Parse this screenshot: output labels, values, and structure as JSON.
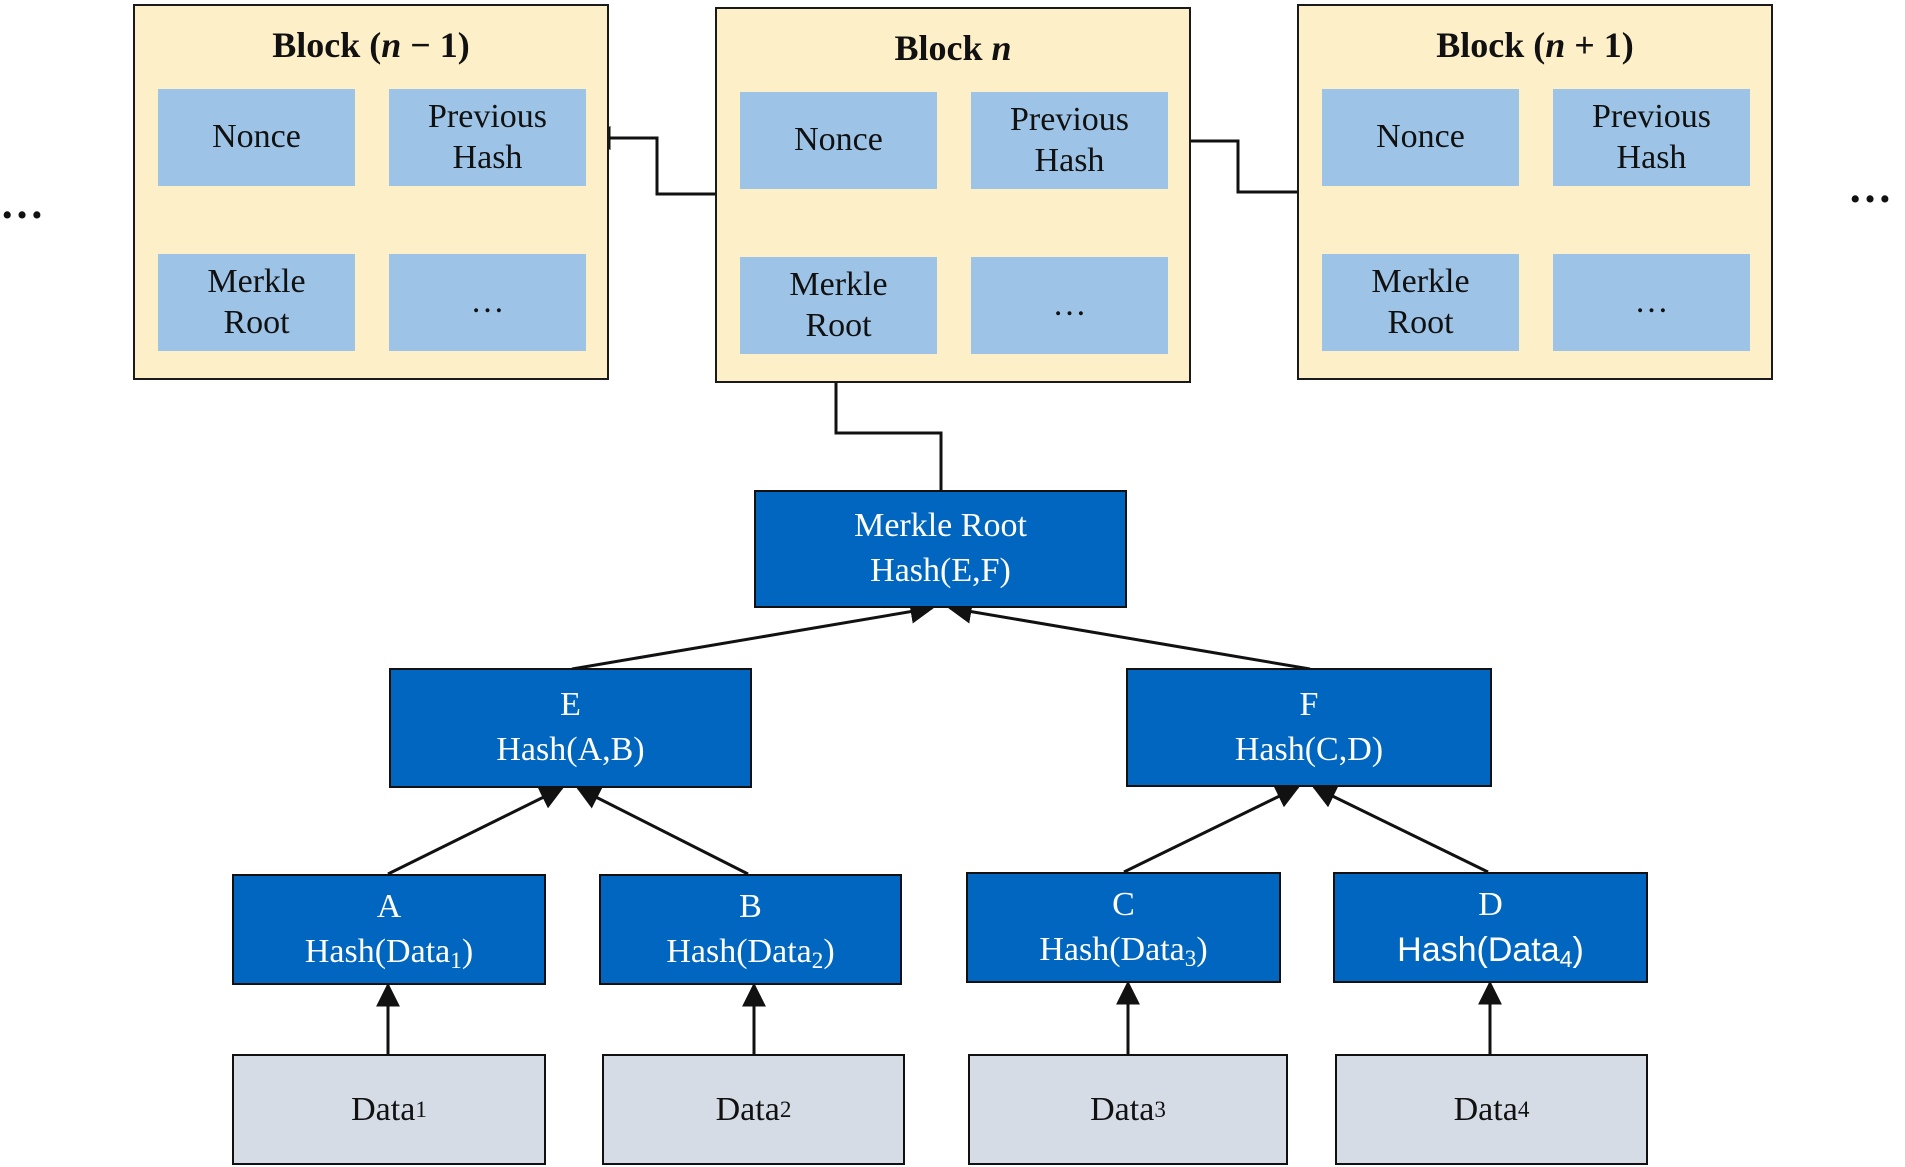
{
  "blocks": [
    {
      "title_prefix": "Block ",
      "title_var": "n",
      "title_suffix": " − 1)",
      "title_open": "(",
      "nonce": "Nonce",
      "prev_hash": "Previous Hash",
      "merkle_root": "Merkle Root",
      "more": "…"
    },
    {
      "title_prefix": "Block ",
      "title_var": "n",
      "title_suffix": "",
      "title_open": "",
      "nonce": "Nonce",
      "prev_hash": "Previous Hash",
      "merkle_root": "Merkle Root",
      "more": "…"
    },
    {
      "title_prefix": "Block ",
      "title_var": "n",
      "title_suffix": " + 1)",
      "title_open": "(",
      "nonce": "Nonce",
      "prev_hash": "Previous Hash",
      "merkle_root": "Merkle Root",
      "more": "…"
    }
  ],
  "ellipsis": "…",
  "tree": {
    "root": {
      "line1": "Merkle Root",
      "line2": "Hash(E,F)"
    },
    "e": {
      "line1": "E",
      "line2": "Hash(A,B)"
    },
    "f": {
      "line1": "F",
      "line2": "Hash(C,D)"
    },
    "a": {
      "line1": "A",
      "hash_prefix": "Hash(Data",
      "sub": "1",
      "hash_suffix": ")"
    },
    "b": {
      "line1": "B",
      "hash_prefix": "Hash(Data",
      "sub": "2",
      "hash_suffix": ")"
    },
    "c": {
      "line1": "C",
      "hash_prefix": "Hash(Data",
      "sub": "3",
      "hash_suffix": ")"
    },
    "d": {
      "line1": "D",
      "hash_prefix": "Hash(Data",
      "sub": "4",
      "hash_suffix": ")"
    }
  },
  "data_items": [
    {
      "label": "Data",
      "sub": "1"
    },
    {
      "label": "Data",
      "sub": "2"
    },
    {
      "label": "Data",
      "sub": "3"
    },
    {
      "label": "Data",
      "sub": "4"
    }
  ],
  "colors": {
    "block_bg": "#fdefc8",
    "field_bg": "#9dc3e6",
    "node_bg": "#0066c0",
    "data_bg": "#d6dce5"
  }
}
